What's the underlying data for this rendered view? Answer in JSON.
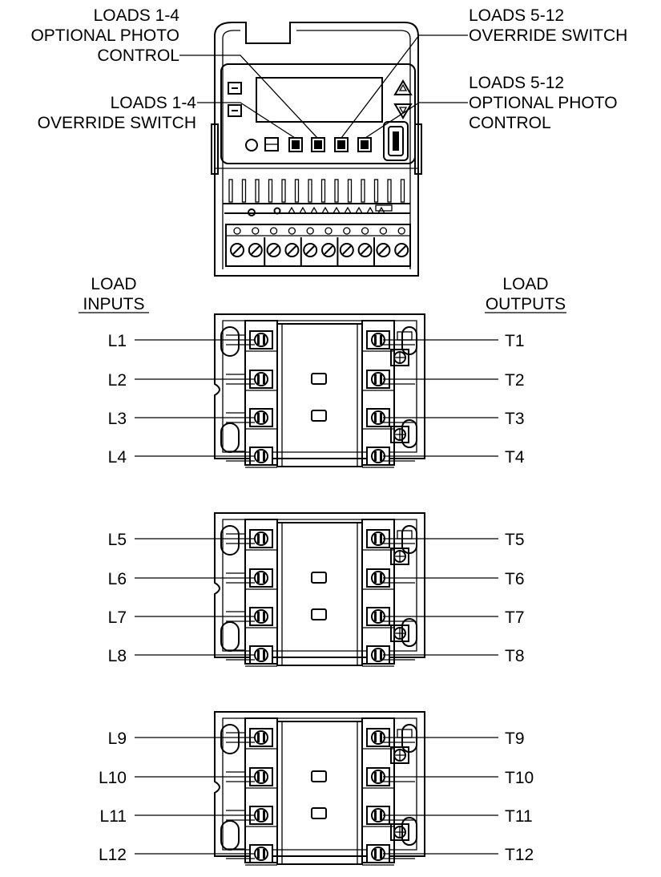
{
  "callouts": {
    "photo_1_4": [
      "LOADS 1-4",
      "OPTIONAL PHOTO",
      "CONTROL"
    ],
    "override_1_4": [
      "LOADS 1-4",
      "OVERRIDE SWITCH"
    ],
    "override_5_12": [
      "LOADS 5-12",
      "OVERRIDE SWITCH"
    ],
    "photo_5_12": [
      "LOADS 5-12",
      "OPTIONAL PHOTO",
      "CONTROL"
    ]
  },
  "headers": {
    "inputs": [
      "LOAD",
      "INPUTS"
    ],
    "outputs": [
      "LOAD",
      "OUTPUTS"
    ]
  },
  "modules": [
    {
      "inputs": [
        "L1",
        "L2",
        "L3",
        "L4"
      ],
      "outputs": [
        "T1",
        "T2",
        "T3",
        "T4"
      ]
    },
    {
      "inputs": [
        "L5",
        "L6",
        "L7",
        "L8"
      ],
      "outputs": [
        "T5",
        "T6",
        "T7",
        "T8"
      ]
    },
    {
      "inputs": [
        "L9",
        "L10",
        "L11",
        "L12"
      ],
      "outputs": [
        "T9",
        "T10",
        "T11",
        "T12"
      ]
    }
  ]
}
